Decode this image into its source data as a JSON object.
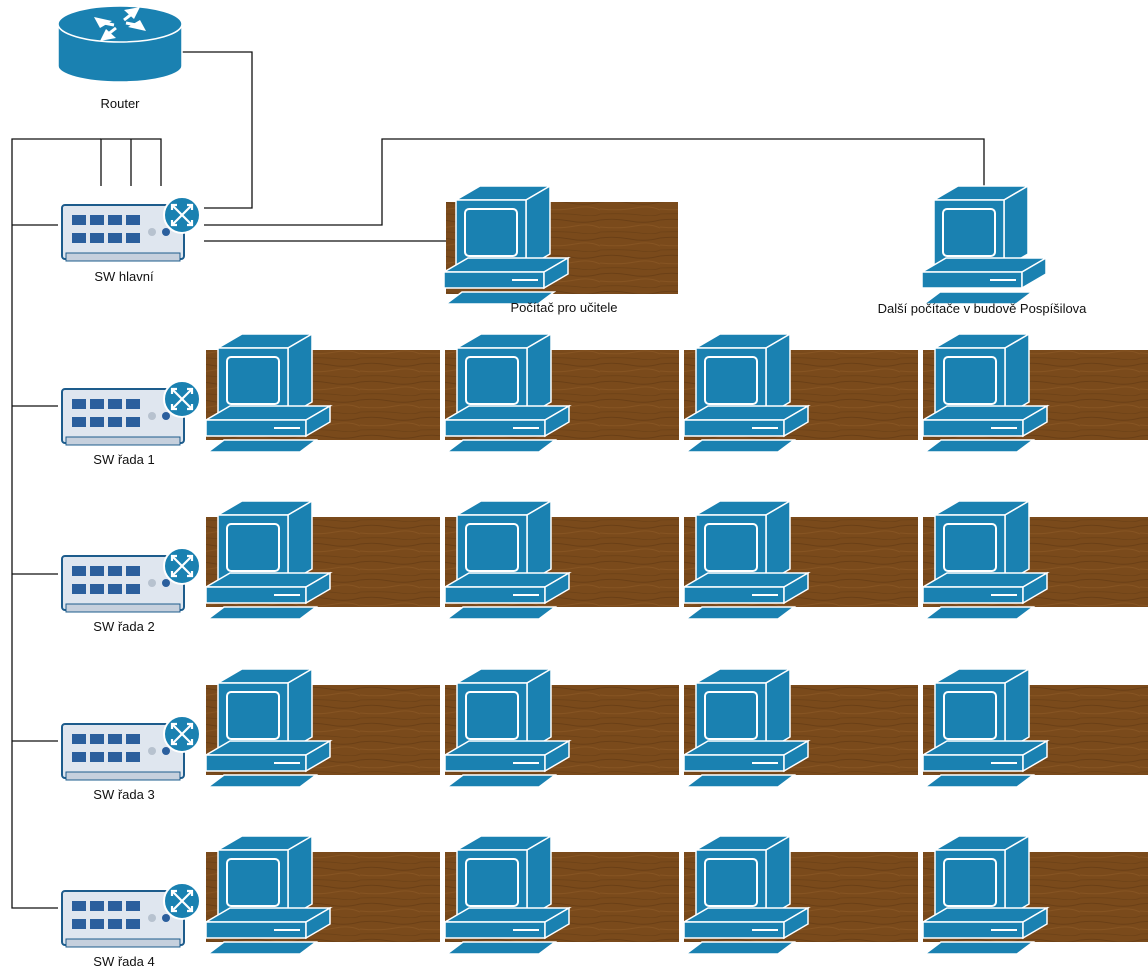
{
  "colors": {
    "device_fill": "#1a81b1",
    "device_outline": "#ffffff",
    "switch_body": "#dfe6ef",
    "switch_border": "#1d5c8c",
    "switch_port": "#2b5f9d",
    "desk": "#7a4a1b",
    "desk_dark": "#5d3712",
    "wire": "#111111"
  },
  "router": {
    "icon": "router-icon",
    "label": "Router"
  },
  "switches": [
    {
      "id": "sw-hlavni",
      "icon": "switch-icon",
      "label": "SW hlavní"
    },
    {
      "id": "sw-rada-1",
      "icon": "switch-icon",
      "label": "SW řada 1"
    },
    {
      "id": "sw-rada-2",
      "icon": "switch-icon",
      "label": "SW řada 2"
    },
    {
      "id": "sw-rada-3",
      "icon": "switch-icon",
      "label": "SW řada 3"
    },
    {
      "id": "sw-rada-4",
      "icon": "switch-icon",
      "label": "SW řada 4"
    }
  ],
  "teacher_pc": {
    "icon": "computer-icon",
    "label": "Počítač pro učitele"
  },
  "other_pcs": {
    "icon": "computer-icon",
    "label": "Další počítače v budově Pospíšilova"
  },
  "rows": [
    {
      "switch": "SW řada 1",
      "computers": 4
    },
    {
      "switch": "SW řada 2",
      "computers": 4
    },
    {
      "switch": "SW řada 3",
      "computers": 4
    },
    {
      "switch": "SW řada 4",
      "computers": 4
    }
  ]
}
